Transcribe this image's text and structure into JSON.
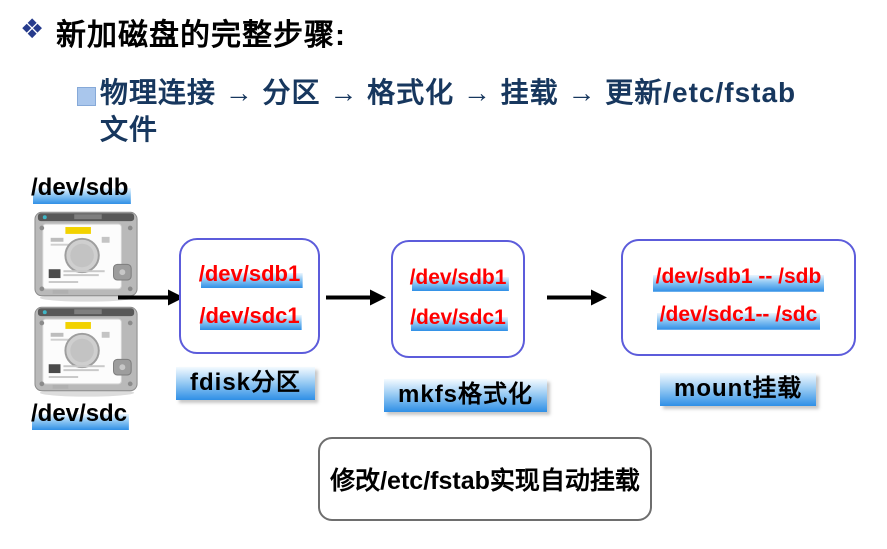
{
  "slide": {
    "bullet_glyph": "❖",
    "title": "新加磁盘的完整步骤:",
    "subtitle_line1": "物理连接 → 分区 → 格式化 → 挂载 → 更新/etc/fstab",
    "subtitle_line2": "文件"
  },
  "diagram": {
    "source_disks": {
      "top_label": "/dev/sdb",
      "bottom_label": "/dev/sdc"
    },
    "boxes": [
      {
        "lines": [
          "/dev/sdb1",
          "/dev/sdc1"
        ],
        "caption": "fdisk分区"
      },
      {
        "lines": [
          "/dev/sdb1",
          "/dev/sdc1"
        ],
        "caption": "mkfs格式化"
      },
      {
        "lines": [
          "/dev/sdb1 -- /sdb",
          "/dev/sdc1-- /sdc"
        ],
        "caption": "mount挂载"
      }
    ],
    "bottom_note": "修改/etc/fstab实现自动挂载"
  },
  "colors": {
    "title_bullet_navy": "#263B8C",
    "subtitle_dark_blue": "#17375E",
    "highlight_bar_blue": "#2F8FE6",
    "device_text_red": "#FF0000",
    "flow_box_border": "#5C5CDB",
    "note_box_border": "#6E6E6E",
    "arrow_black": "#000000",
    "disk_label_yellow": "#F2D200"
  }
}
